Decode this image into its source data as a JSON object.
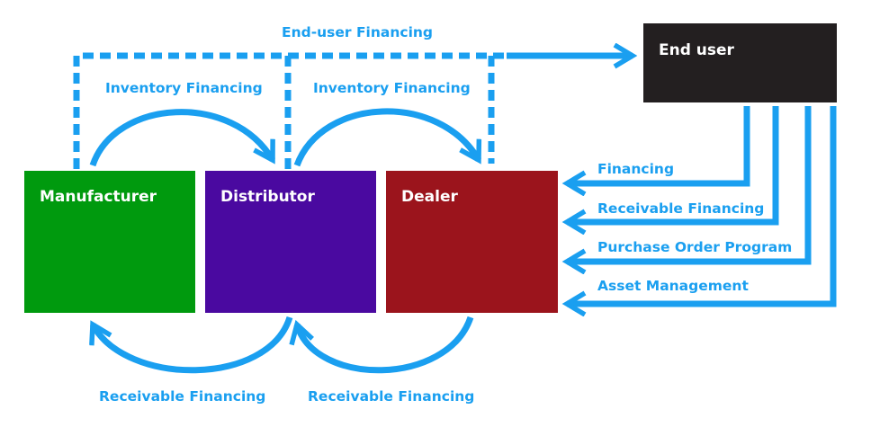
{
  "colors": {
    "arrow": "#1a9ff0",
    "manufacturer": "#009a0e",
    "distributor": "#4a09a0",
    "dealer": "#9b141c",
    "end_user": "#231f20",
    "box_text": "#ffffff"
  },
  "entities": {
    "manufacturer": "Manufacturer",
    "distributor": "Distributor",
    "dealer": "Dealer",
    "end_user": "End user"
  },
  "labels": {
    "end_user_financing": "End-user Financing",
    "inventory_financing_1": "Inventory Financing",
    "inventory_financing_2": "Inventory Financing",
    "receivable_financing_1": "Receivable Financing",
    "receivable_financing_2": "Receivable Financing"
  },
  "services": [
    "Financing",
    "Receivable Financing",
    "Purchase Order Program",
    "Asset Management"
  ]
}
